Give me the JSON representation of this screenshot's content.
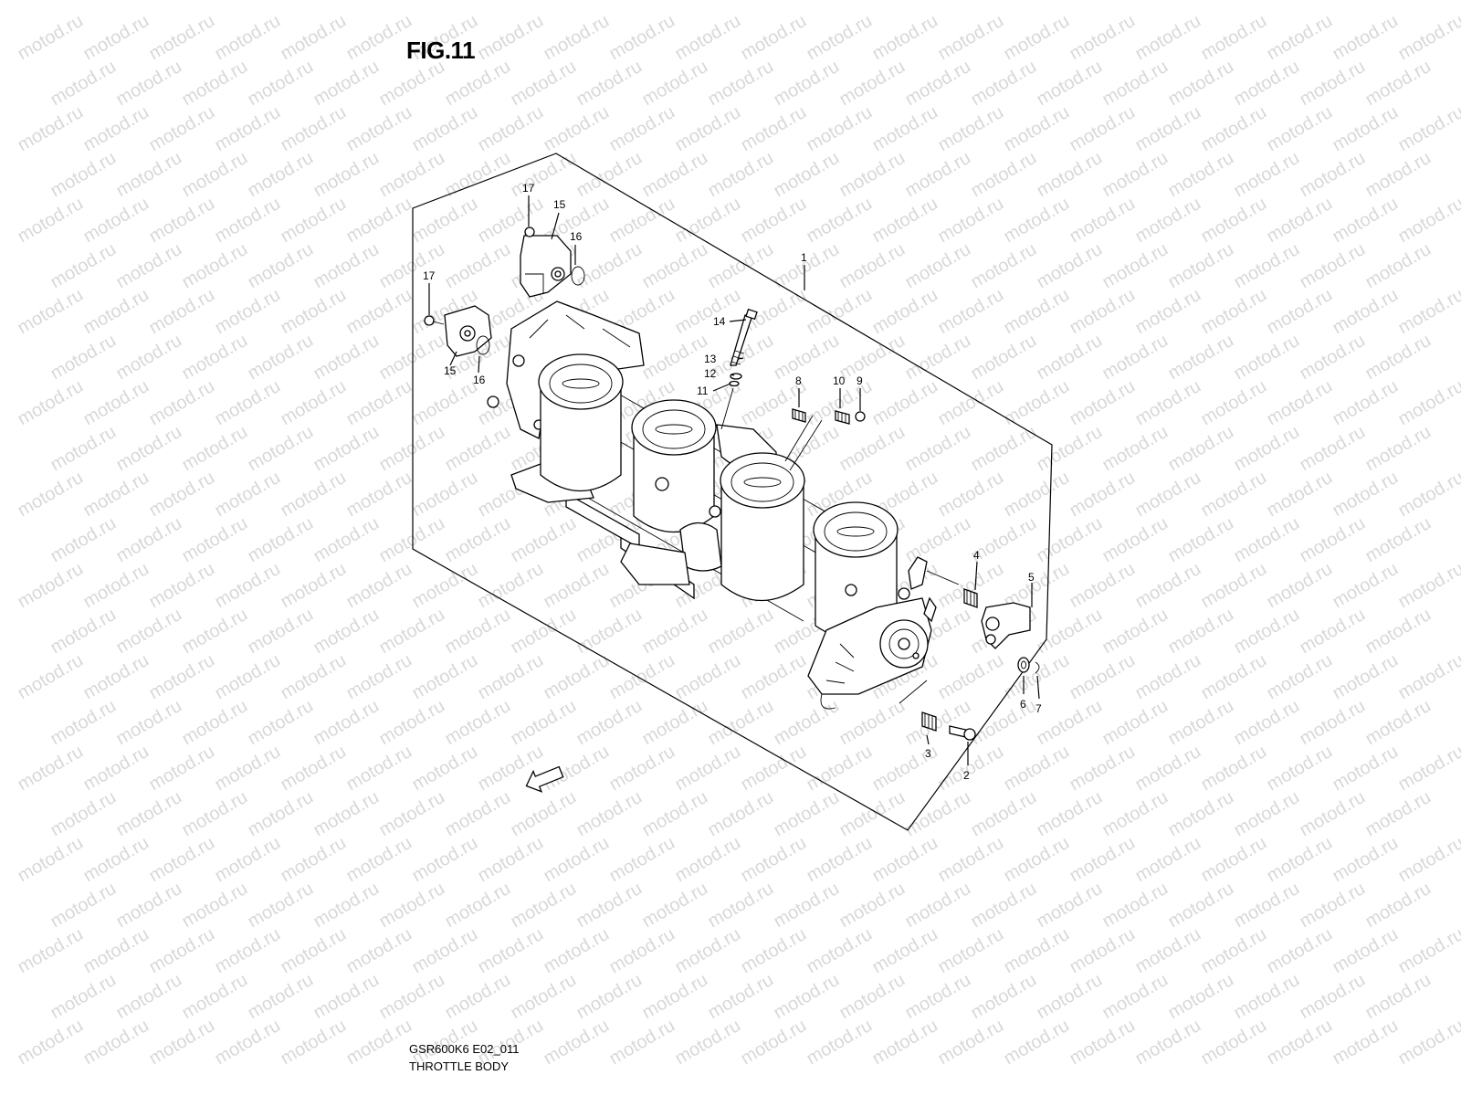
{
  "figure": {
    "title": "FIG.11",
    "code": "GSR600K6 E02_011",
    "name": "THROTTLE BODY",
    "watermark_text": "motod.ru",
    "fwd_label": "FWD"
  },
  "callouts": [
    "1",
    "2",
    "3",
    "4",
    "5",
    "6",
    "7",
    "8",
    "9",
    "10",
    "11",
    "12",
    "13",
    "14",
    "15",
    "15",
    "16",
    "16",
    "17",
    "17"
  ],
  "colors": {
    "line": "#000000",
    "watermark": "#d8d8d8",
    "background": "#ffffff"
  }
}
